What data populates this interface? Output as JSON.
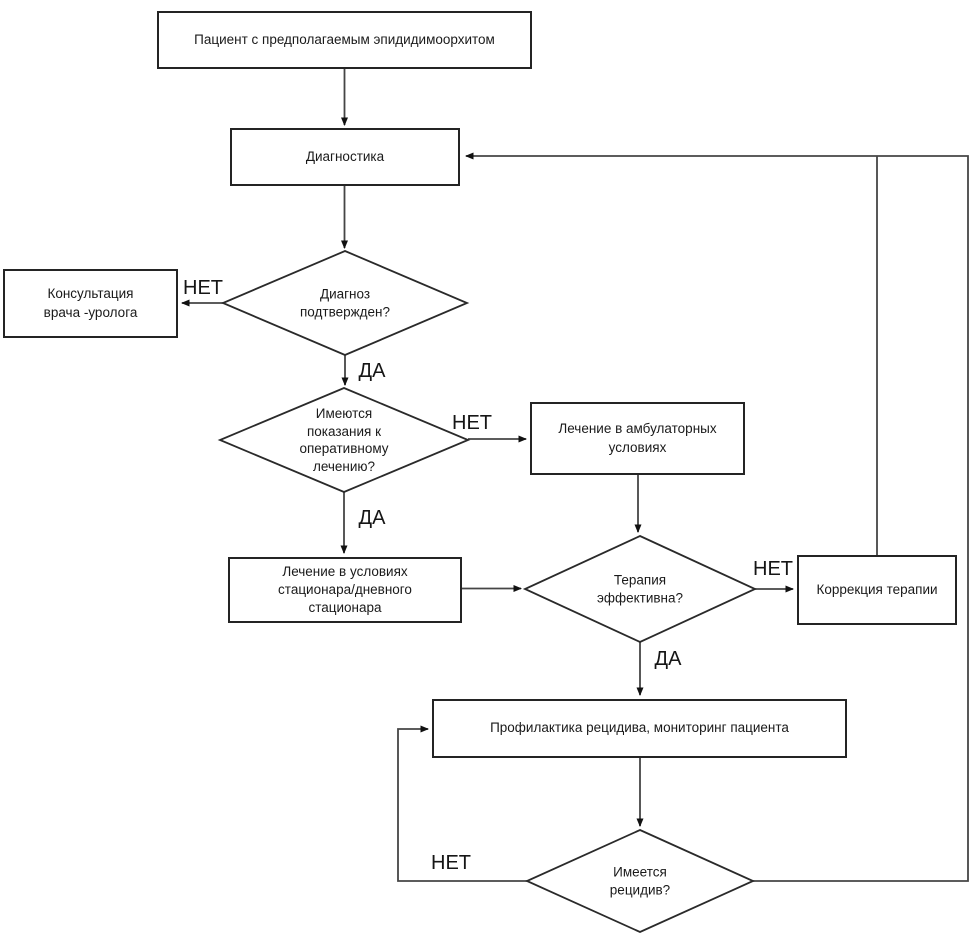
{
  "diagram": {
    "nodes": {
      "patient": {
        "text": "Пациент с предполагаемым эпидидимоорхитом",
        "type": "process"
      },
      "diagnostics": {
        "text": "Диагностика",
        "type": "process"
      },
      "consult": {
        "text": "Консультация\nврача -уролога",
        "type": "process"
      },
      "outpatient": {
        "text": "Лечение в амбулаторных\nусловиях",
        "type": "process"
      },
      "inpatient": {
        "text": "Лечение в условиях\nстационара/дневного\nстационара",
        "type": "process"
      },
      "correction": {
        "text": "Коррекция терапии",
        "type": "process"
      },
      "prevention": {
        "text": "Профилактика рецидива, мониторинг пациента",
        "type": "process"
      },
      "diagnosis_confirmed": {
        "text": "Диагноз\nподтвержден?",
        "type": "decision"
      },
      "surgery_indications": {
        "text": "Имеются\nпоказания к\nоперативному\nлечению?",
        "type": "decision"
      },
      "therapy_effective": {
        "text": "Терапия\nэффективна?",
        "type": "decision"
      },
      "relapse_present": {
        "text": "Имеется\nрецидив?",
        "type": "decision"
      }
    },
    "labels": {
      "diagnosis_no": "НЕТ",
      "diagnosis_yes": "ДА",
      "surgery_no": "НЕТ",
      "surgery_yes": "ДА",
      "therapy_no": "НЕТ",
      "therapy_yes": "ДА",
      "relapse_no": "НЕТ"
    },
    "colors": {
      "background": "#ffffff",
      "shape_border": "#242424",
      "connector": "#454545",
      "arrowhead": "#111111",
      "text": "#1a1a1a"
    }
  }
}
